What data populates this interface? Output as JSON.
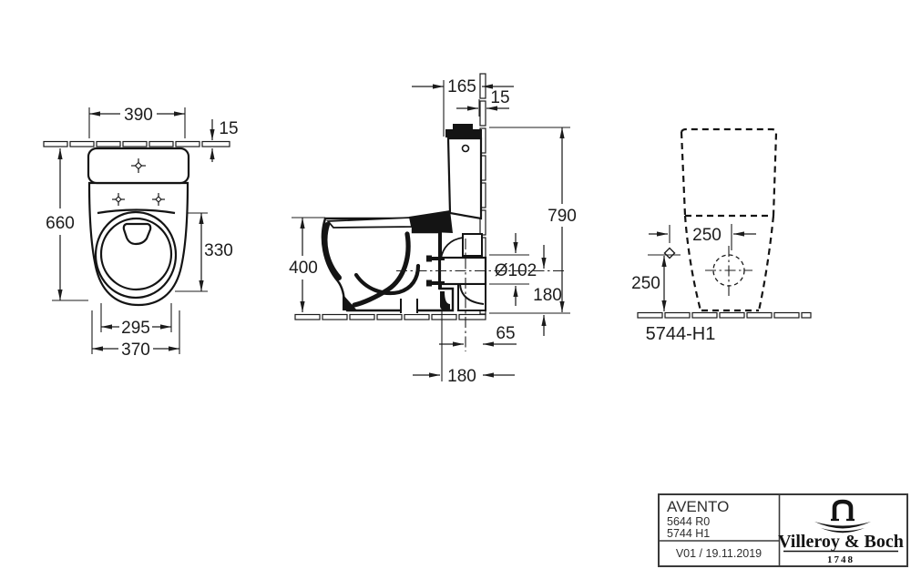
{
  "page": {
    "background": "#ffffff",
    "line_color": "#1a1a1a"
  },
  "top_view": {
    "dim_cistern_width": "390",
    "dim_wall_thickness": "15",
    "dim_total_length": "660",
    "dim_bowl_length": "330",
    "dim_seat_width": "295",
    "dim_body_width": "370"
  },
  "side_view": {
    "dim_cistern_depth": "165",
    "dim_wall_thickness": "15",
    "dim_total_height": "790",
    "dim_rim_height": "400",
    "dim_outlet_diameter": "Ø102",
    "dim_outlet_height": "180",
    "dim_outlet_to_wall": "65",
    "dim_outlet_offset": "180"
  },
  "rear_view": {
    "dim_supply_offset": "250",
    "dim_supply_height": "250",
    "variant_label": "5744-H1"
  },
  "title_block": {
    "product_name": "AVENTO",
    "article_number_1": "5644 R0",
    "article_number_2": "5744 H1",
    "version_date": "V01 / 19.11.2019",
    "brand_name": "Villeroy & Boch",
    "brand_year": "1748"
  }
}
